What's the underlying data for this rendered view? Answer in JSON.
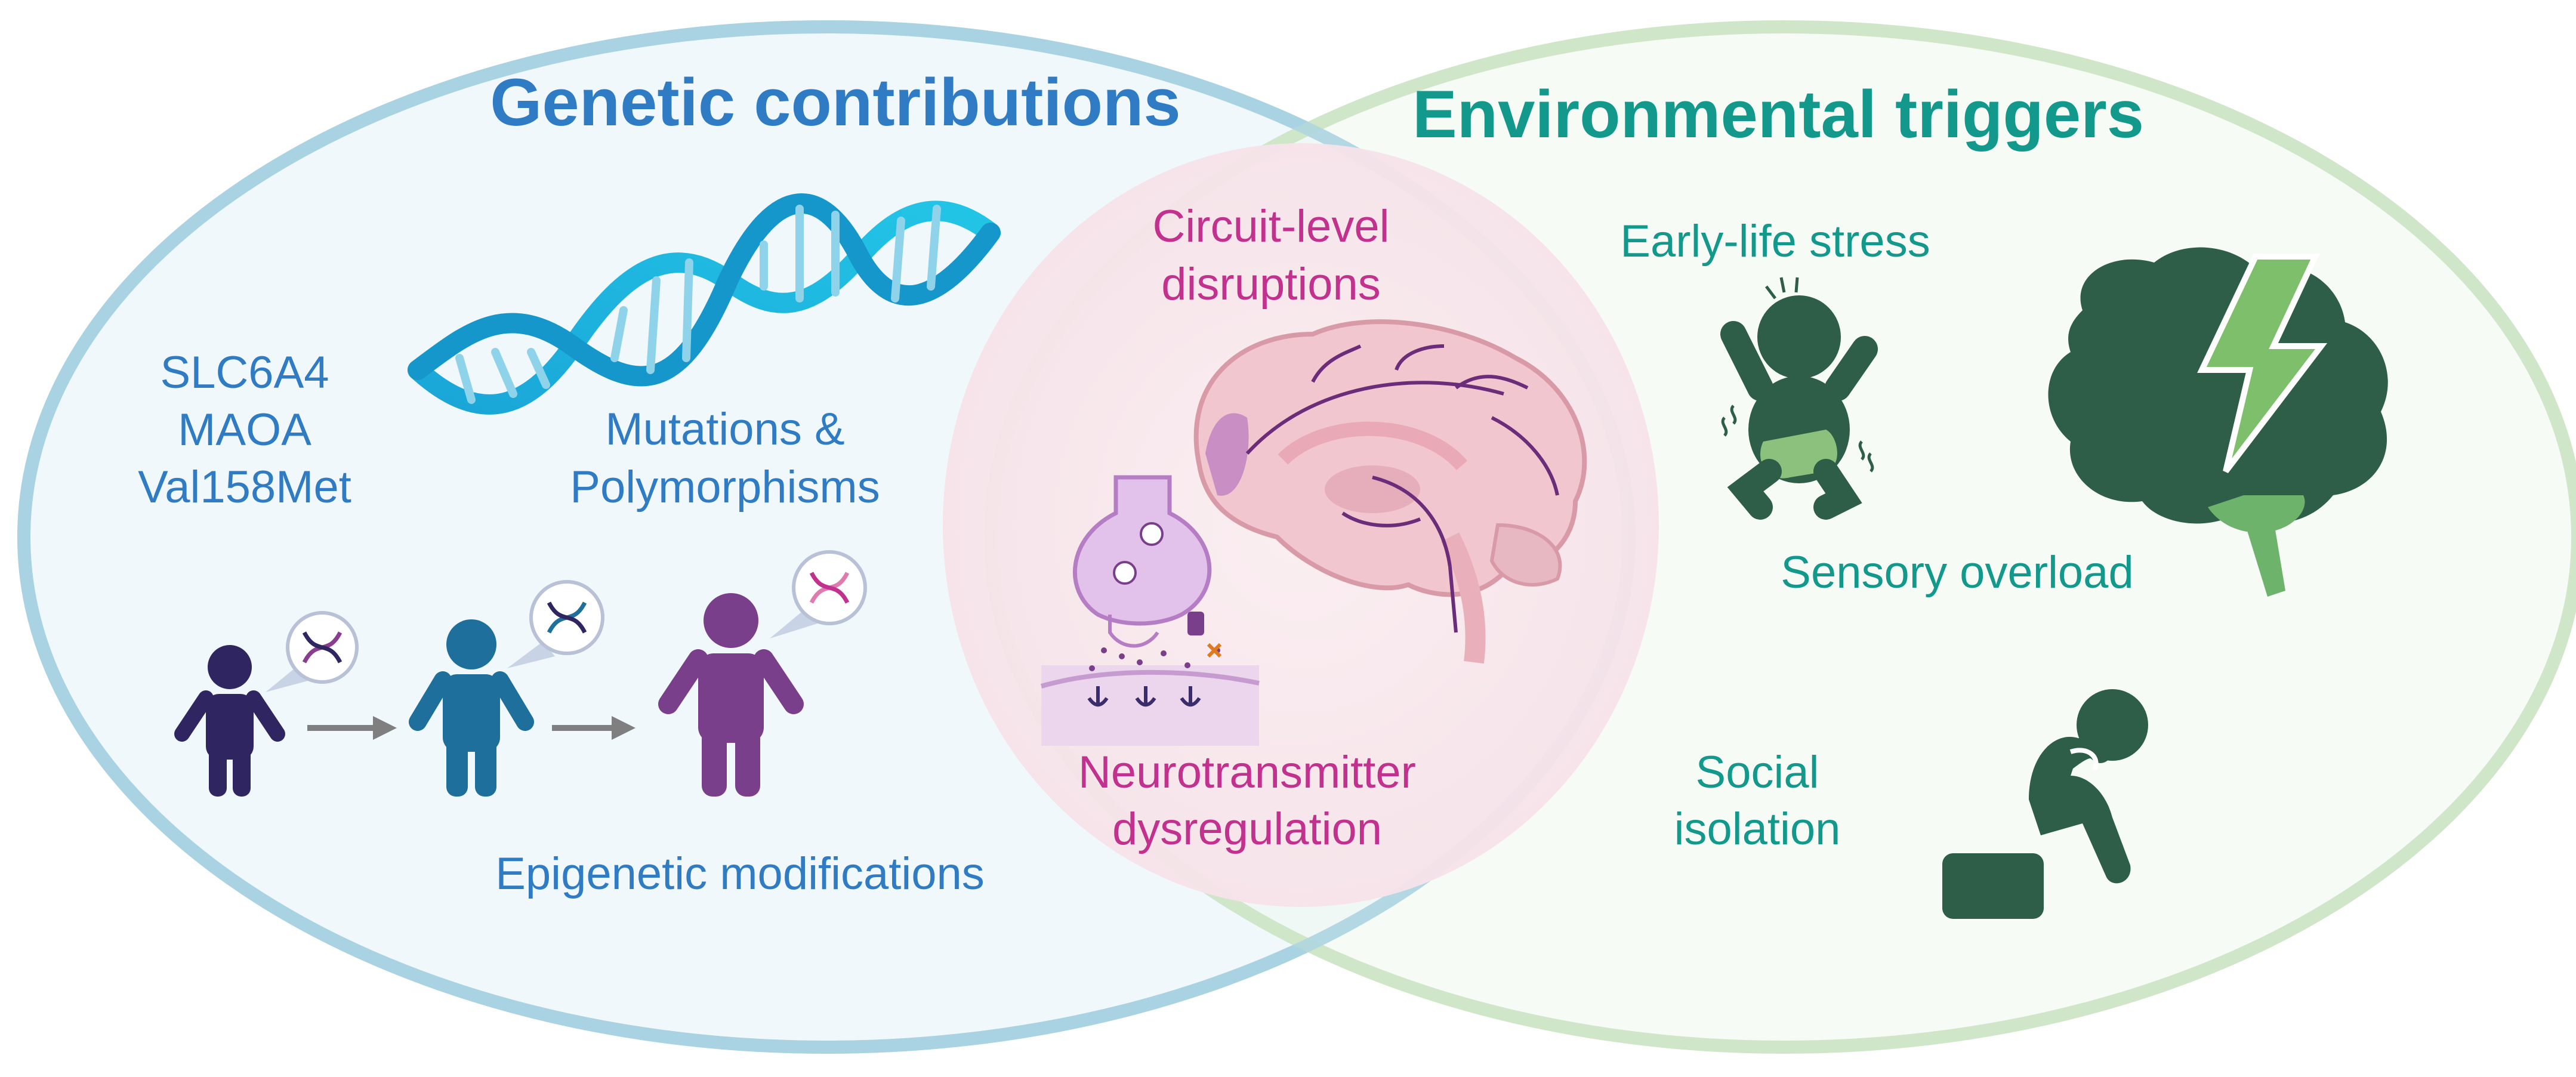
{
  "genetic": {
    "title": "Genetic contributions",
    "genes": [
      "SLC6A4",
      "MAOA",
      "Val158Met"
    ],
    "mutations": [
      "Mutations &",
      "Polymorphisms"
    ],
    "epigenetic": "Epigenetic modifications"
  },
  "overlap": {
    "circuit": [
      "Circuit-level",
      "disruptions"
    ],
    "neurotransmitter": [
      "Neurotransmitter",
      "dysregulation"
    ]
  },
  "environment": {
    "title": "Environmental triggers",
    "early_life": "Early-life stress",
    "sensory": "Sensory overload",
    "social": [
      "Social",
      "isolation"
    ]
  },
  "colors": {
    "genetic_text": "#2f7cc4",
    "env_text": "#13998c",
    "overlap_text": "#c2318e",
    "left_ring": "#a9d3e2",
    "right_ring": "#cfe6c8",
    "dark_green": "#2e5e47",
    "light_green": "#6db36b",
    "purple_child": "#7a3f8a",
    "blue_child": "#1f6f9c",
    "navy_child": "#2f2560",
    "brain_pink": "#f2c6cf",
    "synapse_purple": "#d9b4e0"
  },
  "icons": [
    "dna-helix-icon",
    "child-icon",
    "dna-badge-icon",
    "arrow-right-icon",
    "brain-icon",
    "synapse-icon",
    "crying-baby-icon",
    "brain-lightning-icon",
    "sitting-person-icon"
  ]
}
